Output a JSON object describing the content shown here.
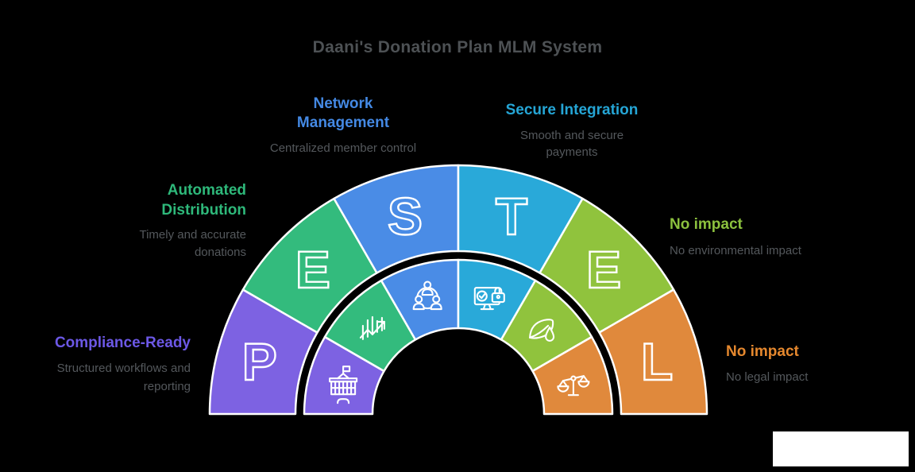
{
  "title": "Daani's Donation Plan MLM System",
  "background_color": "#000000",
  "title_color": "#4d5154",
  "diagram": {
    "type": "pestel-half-donut",
    "letter_color": "#ffffff",
    "sub_text_color": "#54585c",
    "segments": [
      {
        "letter": "P",
        "name": "political",
        "color": "#7d62e2",
        "icon": "government-building-icon",
        "label": {
          "heading": "Compliance-Ready",
          "heading_color": "#6c58e6",
          "sub": "Structured workflows and reporting"
        }
      },
      {
        "letter": "E",
        "name": "economic",
        "color": "#33bb7d",
        "icon": "growth-chart-icon",
        "label": {
          "heading": "Automated Distribution",
          "heading_color": "#2eb87a",
          "sub": "Timely and accurate donations"
        }
      },
      {
        "letter": "S",
        "name": "social",
        "color": "#4a8ce6",
        "icon": "people-network-icon",
        "label": {
          "heading": "Network Management",
          "heading_color": "#4489e4",
          "sub": "Centralized member control"
        }
      },
      {
        "letter": "T",
        "name": "technological",
        "color": "#29a9d9",
        "icon": "secure-monitor-icon",
        "label": {
          "heading": "Secure Integration",
          "heading_color": "#25a5d5",
          "sub": "Smooth and secure payments"
        }
      },
      {
        "letter": "E",
        "name": "environmental",
        "color": "#90c33d",
        "icon": "leaf-drop-icon",
        "label": {
          "heading": "No impact",
          "heading_color": "#8cc13e",
          "sub": "No environmental impact"
        }
      },
      {
        "letter": "L",
        "name": "legal",
        "color": "#e0893c",
        "icon": "justice-scales-icon",
        "label": {
          "heading": "No impact",
          "heading_color": "#e5882e",
          "sub": "No legal impact"
        }
      }
    ]
  }
}
